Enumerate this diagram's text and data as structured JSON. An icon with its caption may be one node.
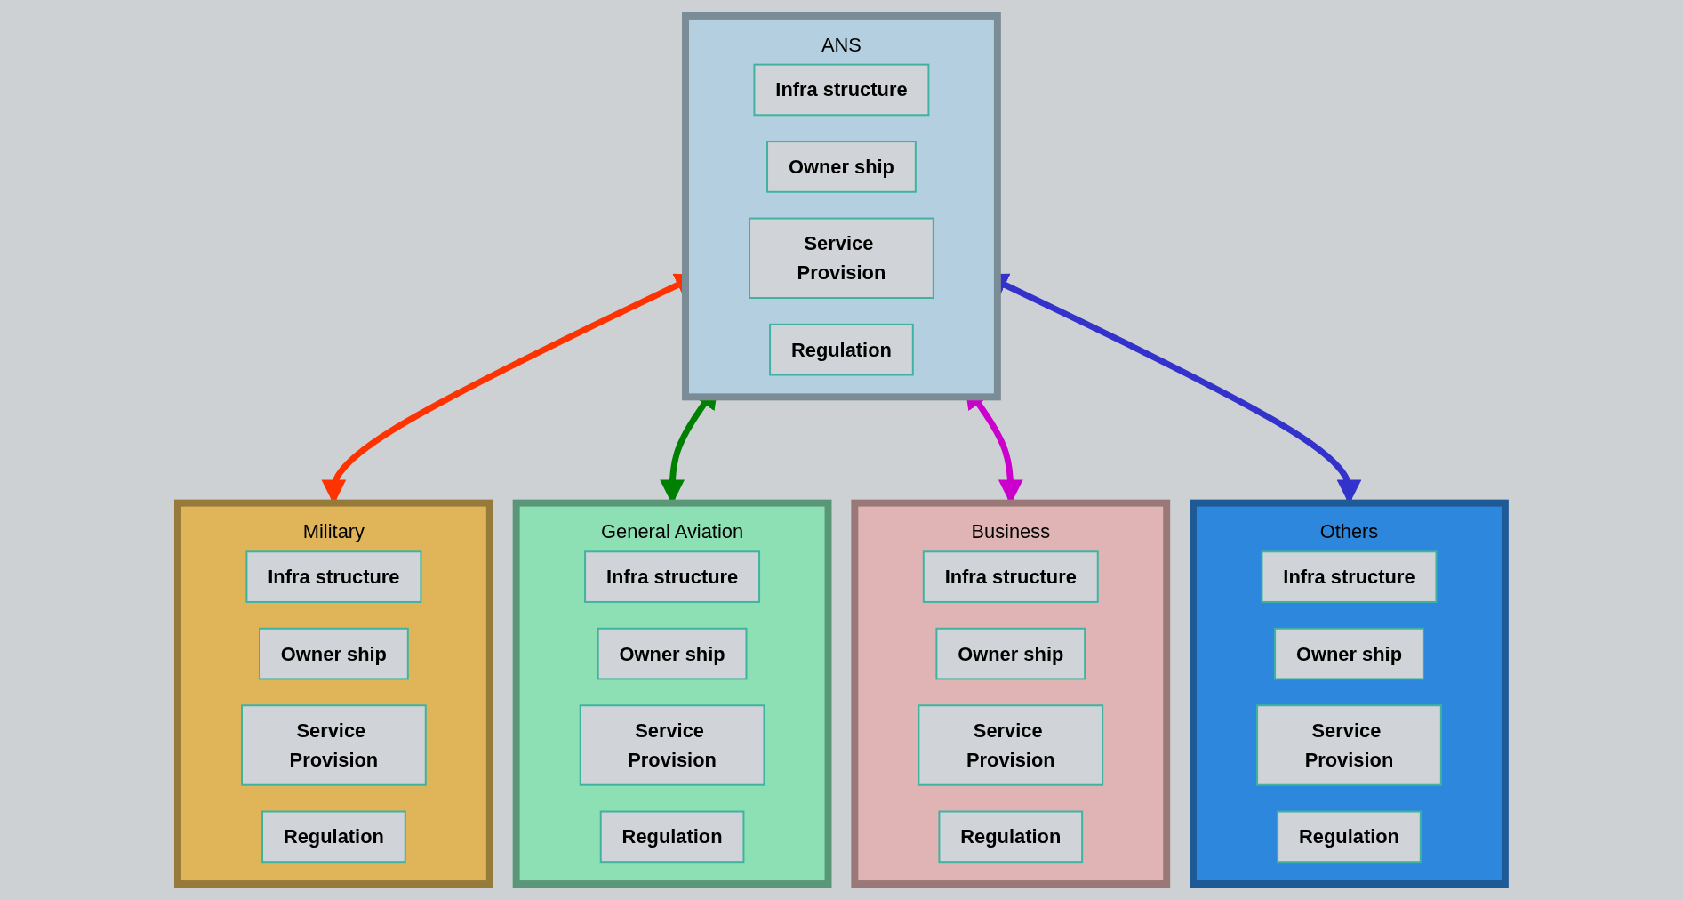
{
  "diagram": {
    "nodes": [
      {
        "text": [
          "ANS"
        ]
      },
      {
        "text": [
          "Infra structure"
        ],
        "in": 0
      },
      {
        "text": [
          "Owner ship"
        ],
        "in": 0
      },
      {
        "text": [
          "Service Provision"
        ],
        "in": 0
      },
      {
        "text": [
          "Regulation"
        ],
        "in": 0
      },
      {
        "text": [
          "Military"
        ]
      },
      {
        "text": [
          "Infra structure"
        ],
        "in": 5
      },
      {
        "text": [
          "Owner ship"
        ],
        "in": 5
      },
      {
        "text": [
          "Service Provision"
        ],
        "in": 5
      },
      {
        "text": [
          "Regulation"
        ],
        "in": 5
      },
      {
        "text": [
          "General Aviation"
        ]
      },
      {
        "text": [
          "Infra structure"
        ],
        "in": 10
      },
      {
        "text": [
          "Owner ship"
        ],
        "in": 10
      },
      {
        "text": [
          "Service Provision"
        ],
        "in": 10
      },
      {
        "text": [
          "Regulation"
        ],
        "in": 10
      },
      {
        "text": [
          "Business"
        ]
      },
      {
        "text": [
          "Infra structure"
        ],
        "in": 15
      },
      {
        "text": [
          "Owner ship"
        ],
        "in": 15
      },
      {
        "text": [
          "Service Provision"
        ],
        "in": 15
      },
      {
        "text": [
          "Regulation"
        ],
        "in": 15
      },
      {
        "text": [
          "Others"
        ]
      },
      {
        "text": [
          "Infra structure"
        ],
        "in": 20
      },
      {
        "text": [
          "Owner ship"
        ],
        "in": 20
      },
      {
        "text": [
          "Service Provision"
        ],
        "in": 20
      },
      {
        "text": [
          "Regulation"
        ],
        "in": 20
      }
    ],
    "edges": [
      {
        "from": 0,
        "to": 5,
        "arrow": "both",
        "color": "#ff3300"
      },
      {
        "from": 0,
        "to": 10,
        "arrow": "both",
        "color": "#008000"
      },
      {
        "from": 0,
        "to": 15,
        "arrow": "both",
        "color": "#cc00cc"
      },
      {
        "from": 0,
        "to": 20,
        "arrow": "both",
        "color": "#3333cc"
      }
    ]
  }
}
